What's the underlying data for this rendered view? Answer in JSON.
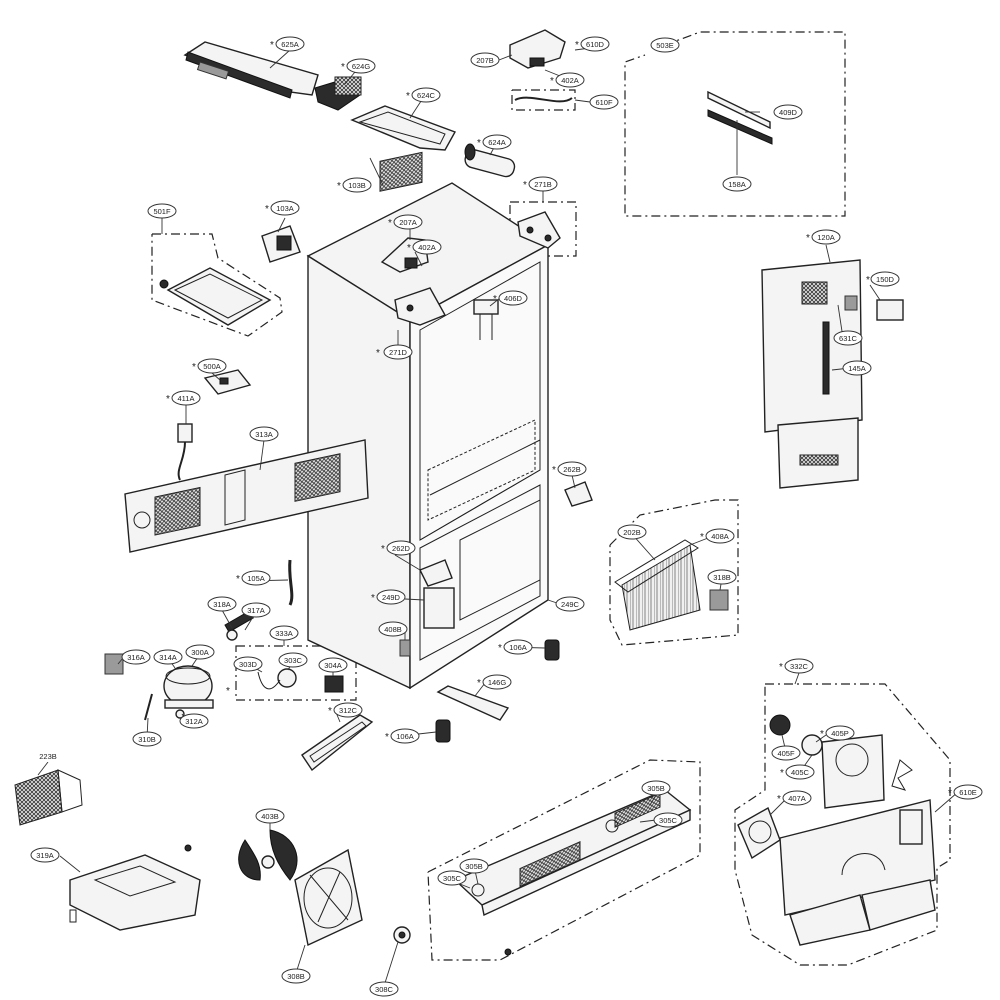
{
  "labels": {
    "l625A": "625A",
    "l624G": "624G",
    "l624C": "624C",
    "l624A": "624A",
    "l103B": "103B",
    "l207B": "207B",
    "l610D": "610D",
    "l402A": "402A",
    "l610F": "610F",
    "l503E": "503E",
    "l409D": "409D",
    "l158A": "158A",
    "l271B": "271B",
    "l501F": "501F",
    "l103A": "103A",
    "l207A": "207A",
    "l402A_2": "402A",
    "l406D": "406D",
    "l271D": "271D",
    "l120A": "120A",
    "l150D": "150D",
    "l631C": "631C",
    "l145A": "145A",
    "l500A": "500A",
    "l411A": "411A",
    "l313A": "313A",
    "l262B": "262B",
    "l262D": "262D",
    "l105A": "105A",
    "l249D": "249D",
    "l249C": "249C",
    "l202B": "202B",
    "l408A": "408A",
    "l318B": "318B",
    "l318A": "318A",
    "l317A": "317A",
    "l333A": "333A",
    "l408B": "408B",
    "l316A": "316A",
    "l314A": "314A",
    "l300A": "300A",
    "l303D": "303D",
    "l303C": "303C",
    "l304A": "304A",
    "l106A": "106A",
    "l146G": "146G",
    "l312C": "312C",
    "l106A_2": "106A",
    "l310B": "310B",
    "l312A": "312A",
    "l332C": "332C",
    "l405F": "405F",
    "l405P": "405P",
    "l405C": "405C",
    "l407A": "407A",
    "l610E": "610E",
    "l223B": "223B",
    "l319A": "319A",
    "l403B": "403B",
    "l308B": "308B",
    "l308C": "308C",
    "l305B": "305B",
    "l305C": "305C",
    "l305B_2": "305B",
    "l305C_2": "305C"
  }
}
